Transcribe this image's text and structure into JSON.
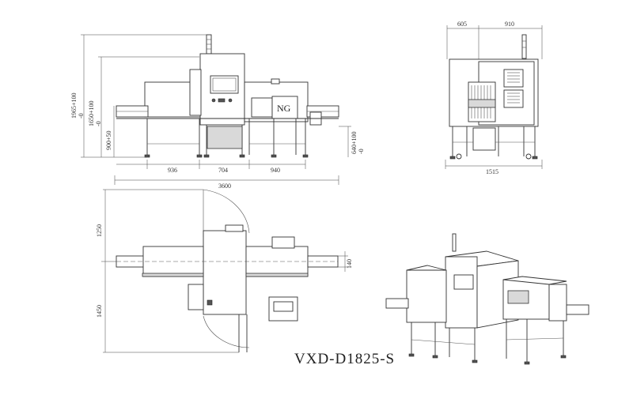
{
  "title": "VXD-D1825-S",
  "front_view": {
    "label_ng": "NG",
    "dim_width_left": "936",
    "dim_width_mid": "704",
    "dim_width_right": "940",
    "dim_total": "3600",
    "dim_height_total": "1965+100\n-0",
    "dim_height_body": "1650+100\n-0",
    "dim_conveyor": "900+50",
    "dim_reject": "640+100\n-0"
  },
  "side_view": {
    "dim_top_left": "605",
    "dim_top_right": "910",
    "dim_bottom": "1515"
  },
  "top_view": {
    "dim_upper": "1250",
    "dim_lower": "1450",
    "dim_belt": "140"
  }
}
